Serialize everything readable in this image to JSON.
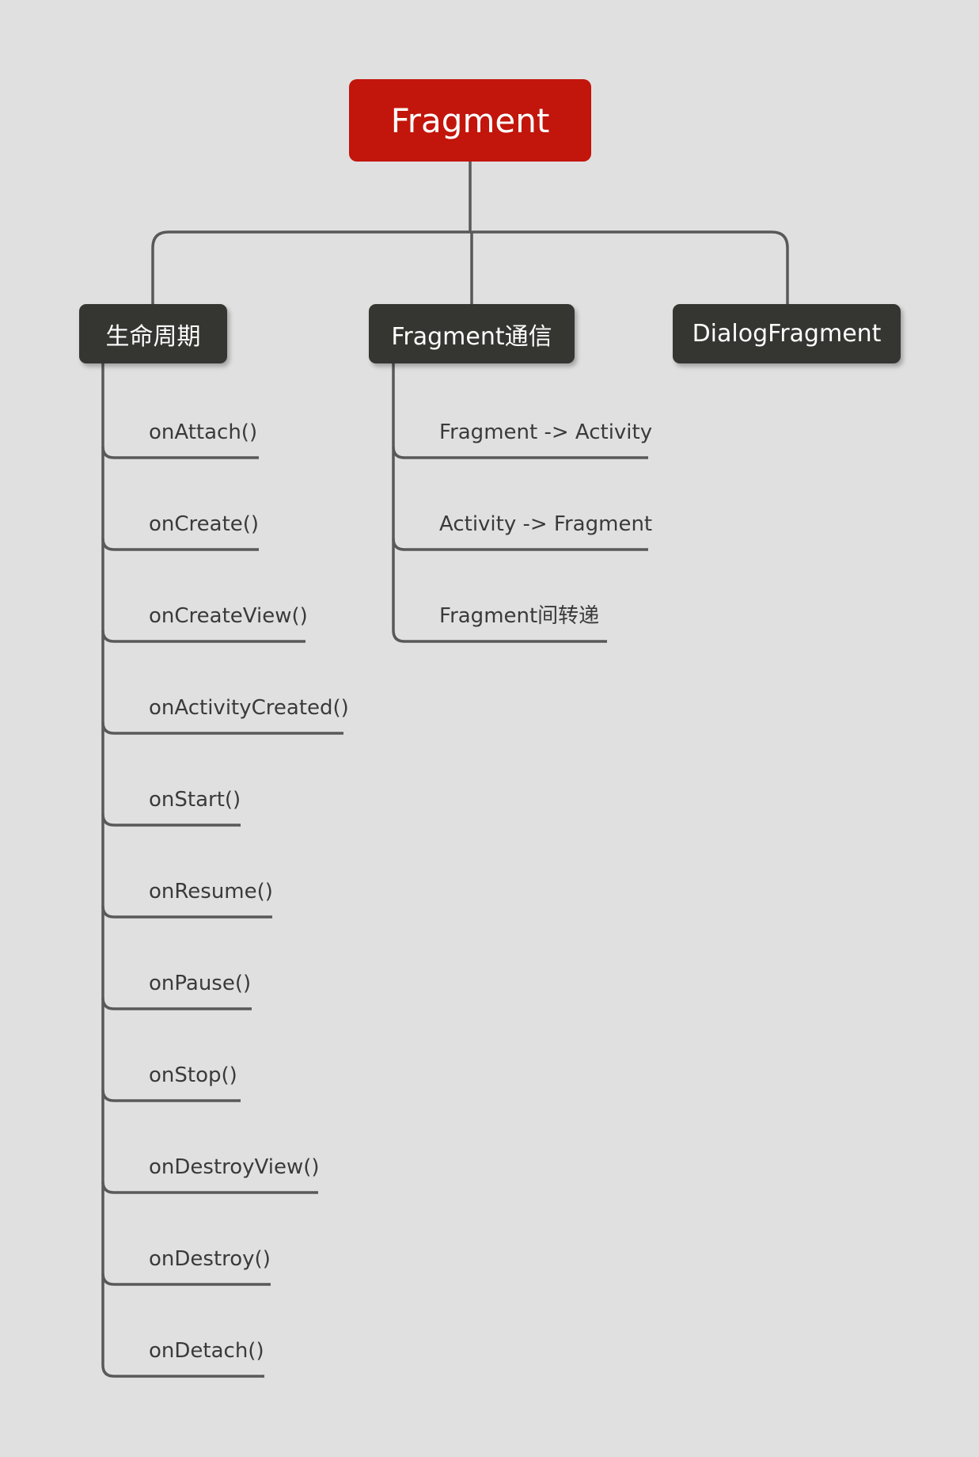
{
  "diagram": {
    "root": "Fragment",
    "branches": [
      {
        "label": "生命周期",
        "children": [
          "onAttach()",
          "onCreate()",
          "onCreateView()",
          "onActivityCreated()",
          "onStart()",
          "onResume()",
          "onPause()",
          "onStop()",
          "onDestroyView()",
          "onDestroy()",
          "onDetach()"
        ]
      },
      {
        "label": "Fragment通信",
        "children": [
          "Fragment -> Activity",
          "Activity -> Fragment",
          "Fragment间转递"
        ]
      },
      {
        "label": "DialogFragment",
        "children": []
      }
    ]
  },
  "colors": {
    "background": "#e0e0e0",
    "root_fill": "#c2150b",
    "branch_fill": "#353532",
    "connector": "#595959",
    "leaf_text": "#3a3a3a"
  }
}
